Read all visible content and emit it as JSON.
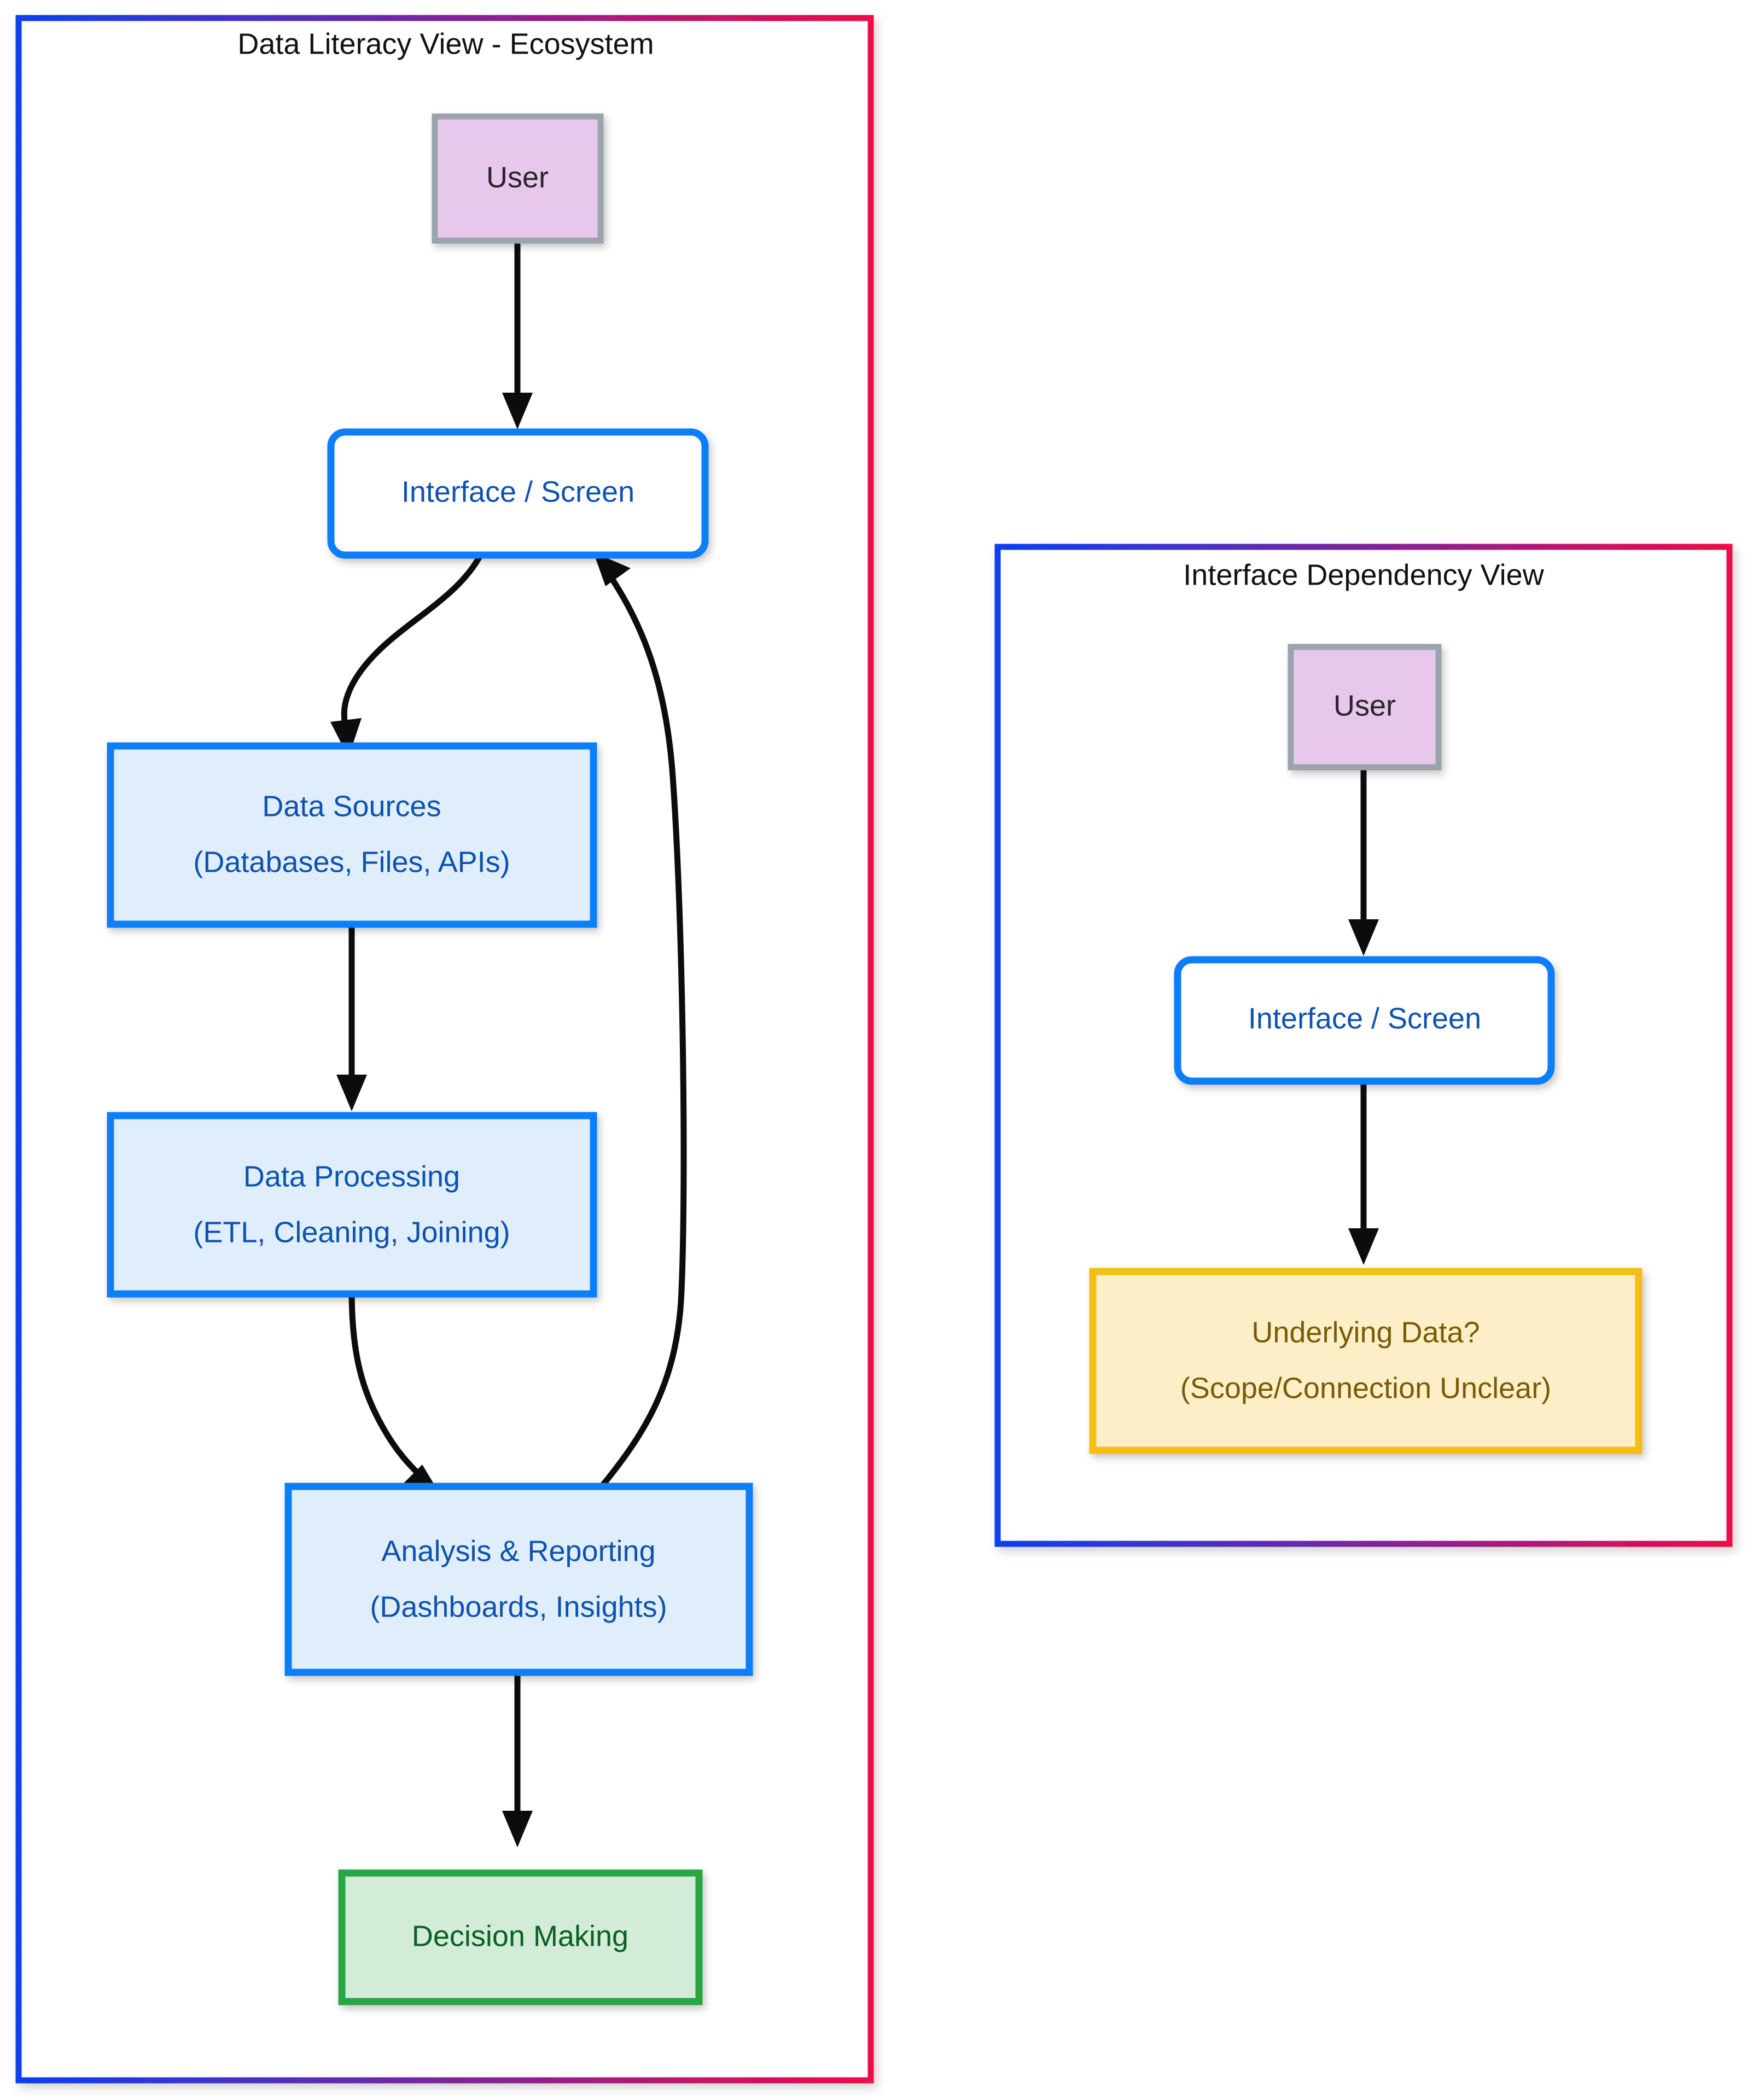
{
  "meta": {
    "kind": "flowchart",
    "background": "#ffffff"
  },
  "palette": {
    "cluster_border_start": "#0b3ff0",
    "cluster_border_end": "#ed0a49",
    "node_blue_stroke": "#0a7ef9",
    "node_blue_fill": "#e0eefc",
    "node_blue_text": "#0d52b0",
    "node_green_stroke": "#2aa745",
    "node_green_fill": "#d2ecd7",
    "node_green_text": "#0b6023",
    "node_amber_stroke": "#f5bd15",
    "node_amber_fill": "#fcefc8",
    "node_amber_text": "#7a5a05",
    "node_user_stroke": "#9aa4ad",
    "node_user_fill": "#e8c7ec",
    "node_user_text": "#262626",
    "edge_color": "#0c0c0c"
  },
  "clusters": [
    {
      "id": "ecosystem",
      "title": "Data Literacy View - Ecosystem"
    },
    {
      "id": "dependency",
      "title": "Interface Dependency View"
    }
  ],
  "nodes": {
    "user_left": {
      "label": "User",
      "shape": "rect",
      "style": "user"
    },
    "interface_left": {
      "label": "Interface / Screen",
      "shape": "rounded",
      "style": "interface"
    },
    "data_sources": {
      "line1": "Data Sources",
      "line2": "(Databases, Files, APIs)",
      "shape": "rect",
      "style": "blue"
    },
    "data_processing": {
      "line1": "Data Processing",
      "line2": "(ETL, Cleaning, Joining)",
      "shape": "rect",
      "style": "blue"
    },
    "analysis_reporting": {
      "line1": "Analysis & Reporting",
      "line2": "(Dashboards, Insights)",
      "shape": "rect",
      "style": "blue"
    },
    "decision_making": {
      "label": "Decision Making",
      "shape": "rect",
      "style": "green"
    },
    "user_right": {
      "label": "User",
      "shape": "rect",
      "style": "user"
    },
    "interface_right": {
      "label": "Interface / Screen",
      "shape": "rounded",
      "style": "interface"
    },
    "underlying_data": {
      "line1": "Underlying Data?",
      "line2": "(Scope/Connection Unclear)",
      "shape": "rect",
      "style": "amber"
    }
  },
  "edges": [
    {
      "from": "user_left",
      "to": "interface_left"
    },
    {
      "from": "interface_left",
      "to": "data_sources"
    },
    {
      "from": "data_sources",
      "to": "data_processing"
    },
    {
      "from": "data_processing",
      "to": "analysis_reporting"
    },
    {
      "from": "analysis_reporting",
      "to": "interface_left"
    },
    {
      "from": "analysis_reporting",
      "to": "decision_making"
    },
    {
      "from": "user_right",
      "to": "interface_right"
    },
    {
      "from": "interface_right",
      "to": "underlying_data"
    }
  ]
}
